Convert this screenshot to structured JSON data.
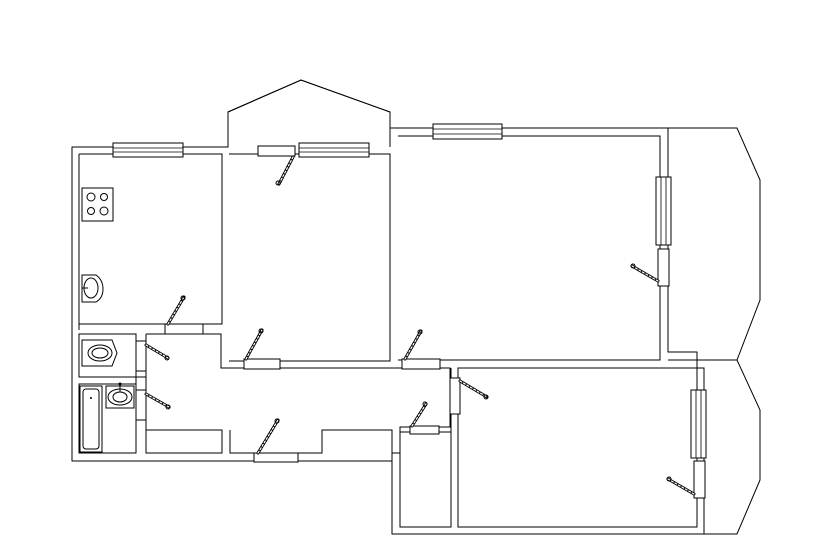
{
  "plan": {
    "rooms": [
      {
        "id": "kitchen"
      },
      {
        "id": "room-small"
      },
      {
        "id": "room-large"
      },
      {
        "id": "room-bottom-right"
      },
      {
        "id": "toilet"
      },
      {
        "id": "bathroom"
      },
      {
        "id": "hallway"
      },
      {
        "id": "storage"
      }
    ],
    "windows": 8,
    "doors": 10,
    "fixtures": [
      "stove-icon",
      "sink-icon",
      "toilet-icon",
      "bathtub-icon",
      "washbasin-icon"
    ]
  }
}
